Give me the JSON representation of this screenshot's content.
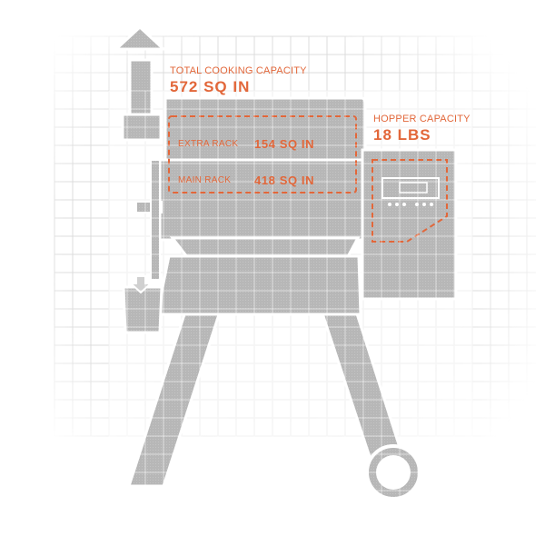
{
  "colors": {
    "accent": "#e2673a",
    "body": "#b9b9b9",
    "outline": "#ffffff",
    "grid": "#d6d6d6"
  },
  "labels": {
    "total_title": "TOTAL COOKING CAPACITY",
    "total_value": "572 SQ IN",
    "hopper_title": "HOPPER CAPACITY",
    "hopper_value": "18 LBS",
    "extra_rack_label": "EXTRA RACK",
    "extra_rack_value": "154 SQ IN",
    "main_rack_label": "MAIN RACK",
    "main_rack_value": "418 SQ IN"
  }
}
